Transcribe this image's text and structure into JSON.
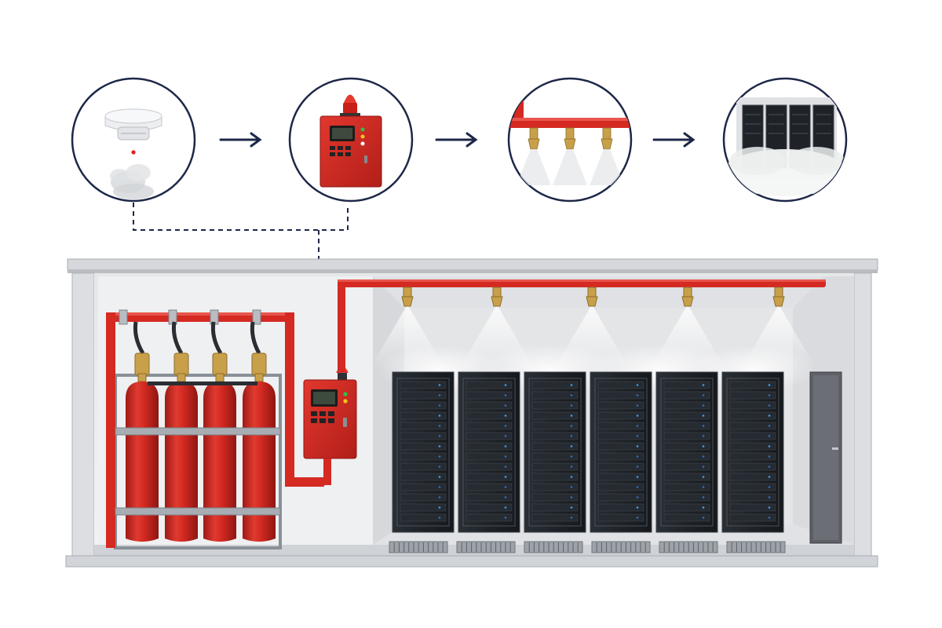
{
  "figure": {
    "kind": "gas fire suppression system in a server room",
    "labels": []
  },
  "process_steps": [
    {
      "icon": "smoke-detector-icon"
    },
    {
      "icon": "fire-control-panel-icon"
    },
    {
      "icon": "discharge-nozzles-icon"
    },
    {
      "icon": "protected-server-racks-icon"
    }
  ],
  "room": {
    "cylinder_count": 4,
    "nozzle_count": 5,
    "server_rack_count": 6,
    "floor_grate_count": 6
  },
  "colors": {
    "fire_red": "#d42a22",
    "fire_red_dark": "#9e1a15",
    "brass": "#c9a04a",
    "arrow_navy": "#1d2748",
    "rack_black": "#1f2328",
    "wall_gray": "#e9eaec",
    "frame_gray": "#b8bcc2"
  }
}
